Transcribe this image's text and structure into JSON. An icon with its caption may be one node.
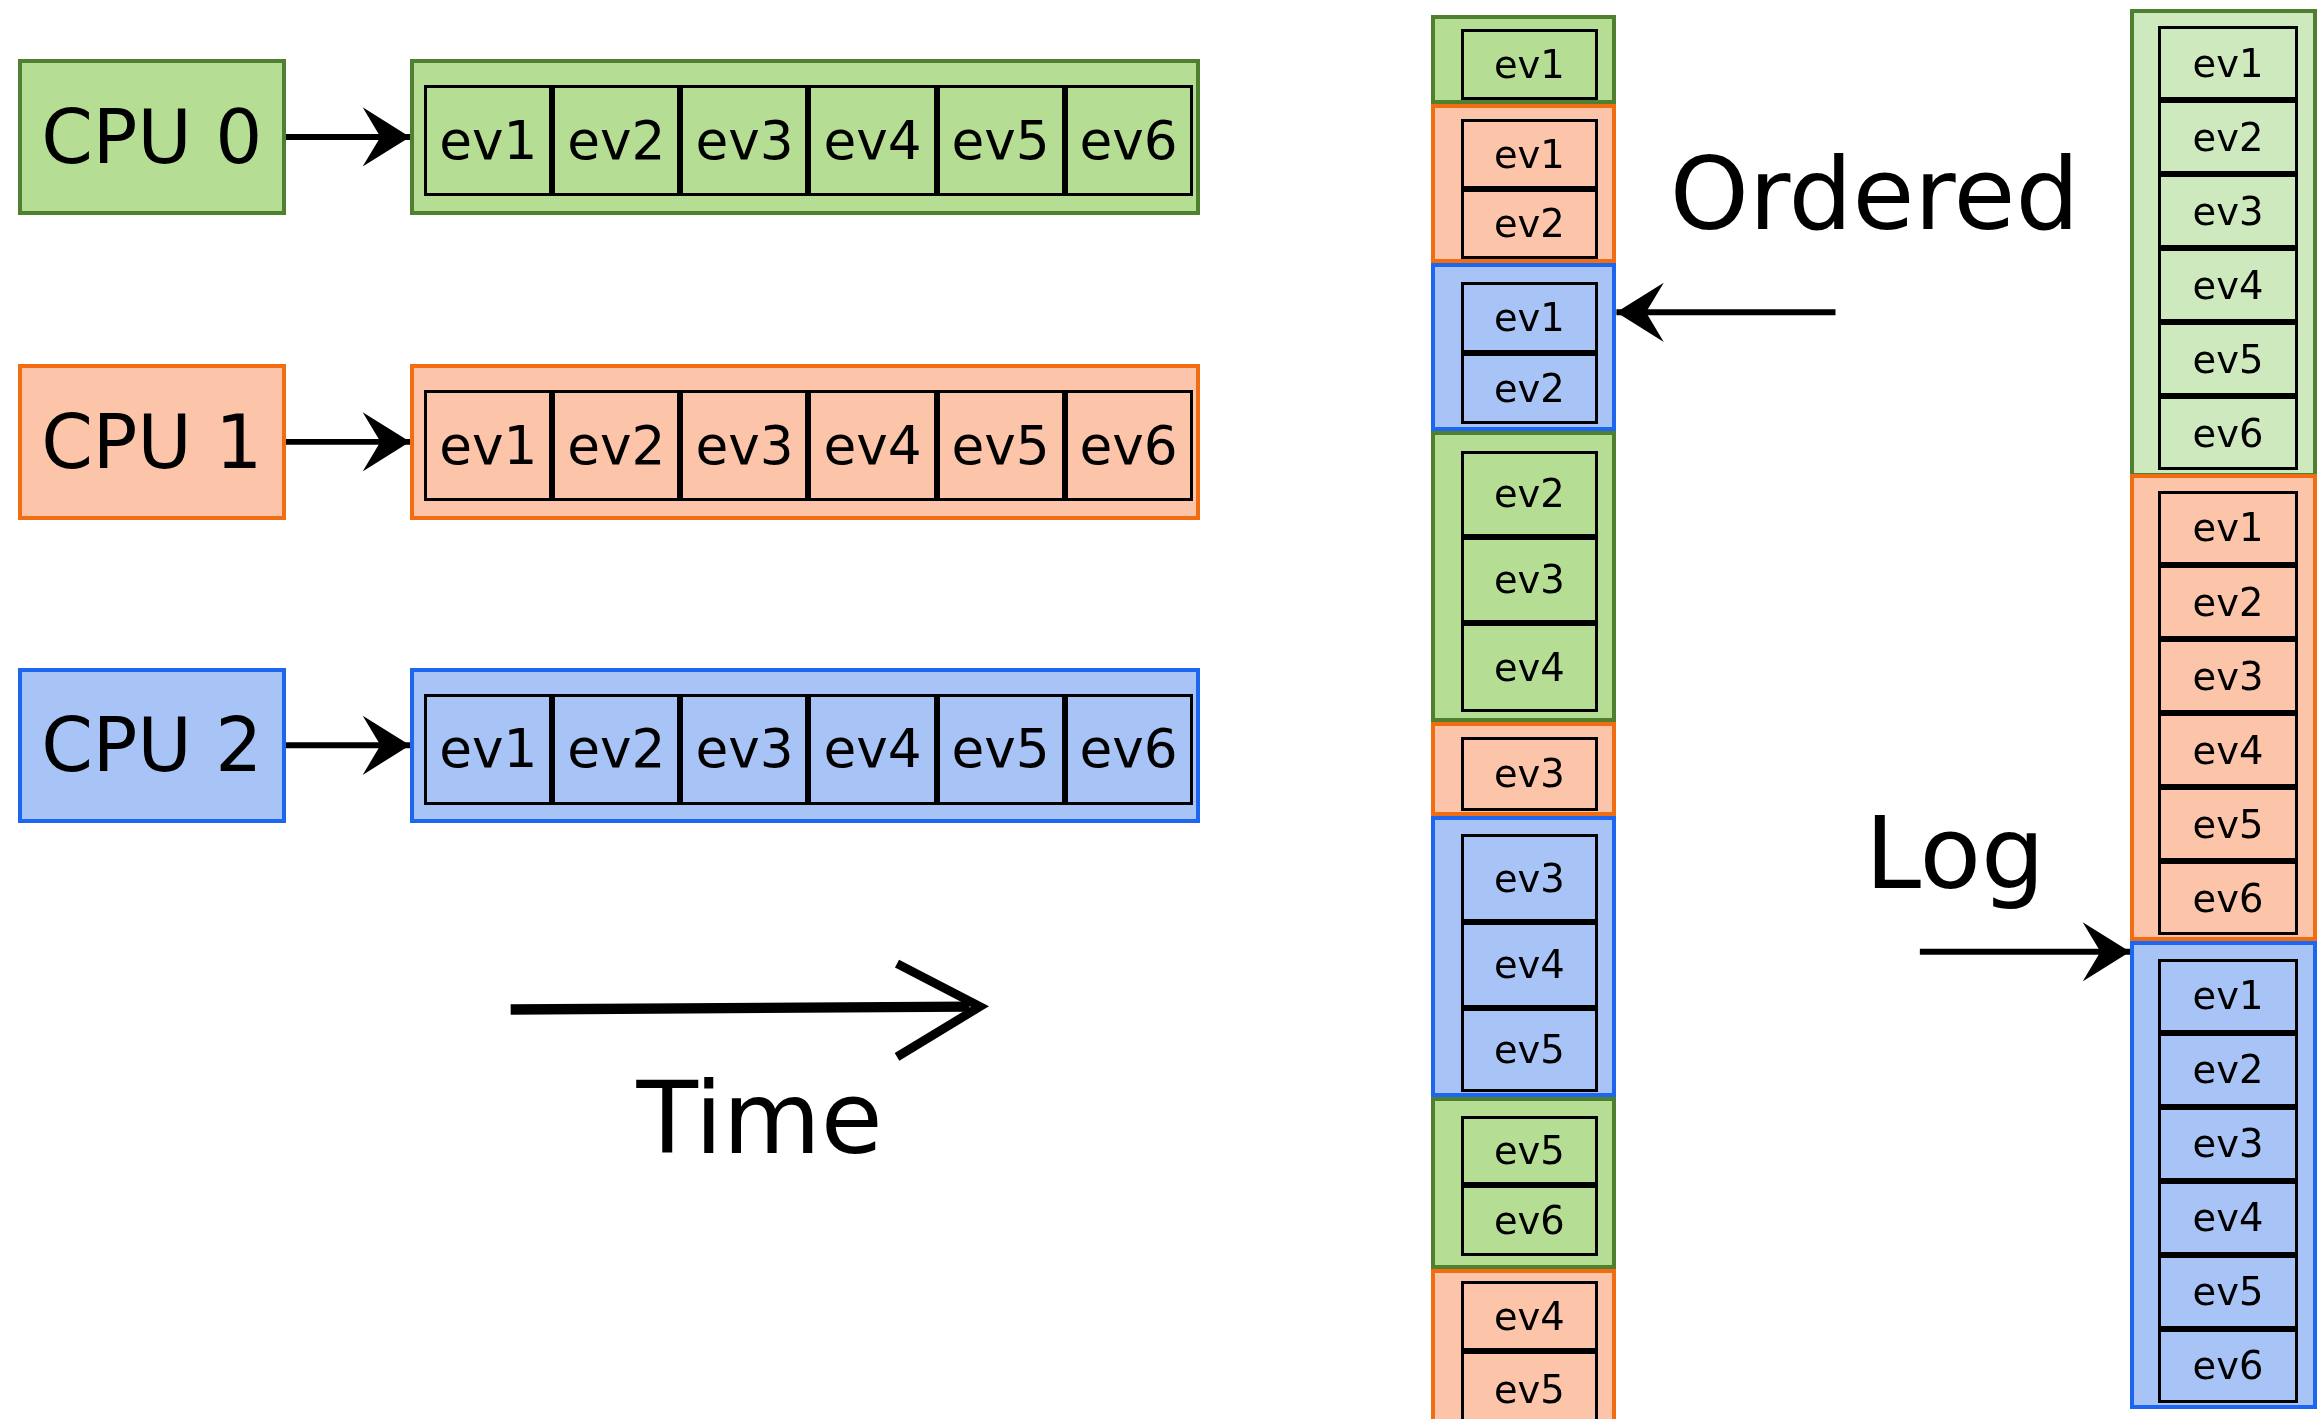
{
  "diagram": {
    "nodes": [
      {
        "text": [
          "CPU 0"
        ]
      },
      {
        "text": [],
        "shape": "box"
      },
      {
        "text": [
          "ev1"
        ],
        "in": 1
      },
      {
        "text": [
          "ev2"
        ],
        "in": 1
      },
      {
        "text": [
          "ev3"
        ],
        "in": 1
      },
      {
        "text": [
          "ev4"
        ],
        "in": 1
      },
      {
        "text": [
          "ev5"
        ],
        "in": 1
      },
      {
        "text": [
          "ev6"
        ],
        "in": 1
      },
      {
        "text": [
          "CPU 1"
        ]
      },
      {
        "text": [],
        "shape": "box"
      },
      {
        "text": [
          "ev1"
        ],
        "in": 9
      },
      {
        "text": [
          "ev2"
        ],
        "in": 9
      },
      {
        "text": [
          "ev3"
        ],
        "in": 9
      },
      {
        "text": [
          "ev4"
        ],
        "in": 9
      },
      {
        "text": [
          "ev5"
        ],
        "in": 9
      },
      {
        "text": [
          "ev6"
        ],
        "in": 9
      },
      {
        "text": [
          "CPU 2"
        ]
      },
      {
        "text": [],
        "shape": "box"
      },
      {
        "text": [
          "ev1"
        ],
        "in": 17
      },
      {
        "text": [
          "ev2"
        ],
        "in": 17
      },
      {
        "text": [
          "ev3"
        ],
        "in": 17
      },
      {
        "text": [
          "ev4"
        ],
        "in": 17
      },
      {
        "text": [
          "ev5"
        ],
        "in": 17
      },
      {
        "text": [
          "ev6"
        ],
        "in": 17
      },
      {
        "text": [],
        "shape": "box"
      },
      {
        "text": [
          "ev1"
        ],
        "in": 24
      },
      {
        "text": [],
        "shape": "box"
      },
      {
        "text": [
          "ev1"
        ],
        "in": 26
      },
      {
        "text": [
          "ev2"
        ],
        "in": 26
      },
      {
        "text": [],
        "shape": "box"
      },
      {
        "text": [
          "ev1"
        ],
        "in": 29
      },
      {
        "text": [
          "ev2"
        ],
        "in": 29
      },
      {
        "text": [],
        "shape": "box"
      },
      {
        "text": [
          "ev2"
        ],
        "in": 32
      },
      {
        "text": [
          "ev3"
        ],
        "in": 32
      },
      {
        "text": [
          "ev4"
        ],
        "in": 32
      },
      {
        "text": [],
        "shape": "box"
      },
      {
        "text": [
          "ev3"
        ],
        "in": 36
      },
      {
        "text": [],
        "shape": "box"
      },
      {
        "text": [
          "ev3"
        ],
        "in": 38
      },
      {
        "text": [
          "ev4"
        ],
        "in": 38
      },
      {
        "text": [
          "ev5"
        ],
        "in": 38
      },
      {
        "text": [],
        "shape": "box"
      },
      {
        "text": [
          "ev5"
        ],
        "in": 42
      },
      {
        "text": [
          "ev6"
        ],
        "in": 42
      },
      {
        "text": [],
        "shape": "box"
      },
      {
        "text": [
          "ev4"
        ],
        "in": 45
      },
      {
        "text": [
          "ev5"
        ],
        "in": 45
      },
      {
        "text": [],
        "shape": "box"
      },
      {
        "text": [
          "ev1"
        ],
        "in": 48
      },
      {
        "text": [
          "ev2"
        ],
        "in": 48
      },
      {
        "text": [
          "ev3"
        ],
        "in": 48
      },
      {
        "text": [
          "ev4"
        ],
        "in": 48
      },
      {
        "text": [
          "ev5"
        ],
        "in": 48
      },
      {
        "text": [
          "ev6"
        ],
        "in": 48
      },
      {
        "text": [],
        "shape": "box"
      },
      {
        "text": [
          "ev1"
        ],
        "in": 55
      },
      {
        "text": [
          "ev2"
        ],
        "in": 55
      },
      {
        "text": [
          "ev3"
        ],
        "in": 55
      },
      {
        "text": [
          "ev4"
        ],
        "in": 55
      },
      {
        "text": [
          "ev5"
        ],
        "in": 55
      },
      {
        "text": [
          "ev6"
        ],
        "in": 55
      },
      {
        "text": [],
        "shape": "box"
      },
      {
        "text": [
          "ev1"
        ],
        "in": 62
      },
      {
        "text": [
          "ev2"
        ],
        "in": 62
      },
      {
        "text": [
          "ev3"
        ],
        "in": 62
      },
      {
        "text": [
          "ev4"
        ],
        "in": 62
      },
      {
        "text": [
          "ev5"
        ],
        "in": 62
      },
      {
        "text": [
          "ev6"
        ],
        "in": 62
      }
    ],
    "edges": [
      {
        "from": 0,
        "to": 1,
        "arrow": "to"
      },
      {
        "from": 8,
        "to": 9,
        "arrow": "to"
      },
      {
        "from": 16,
        "to": 17,
        "arrow": "to"
      },
      {
        "from": null,
        "to": 29,
        "arrow": "to"
      },
      {
        "from": null,
        "to": 62,
        "arrow": "to"
      }
    ],
    "labels": [
      "Ordered",
      "Log",
      "Time"
    ]
  }
}
